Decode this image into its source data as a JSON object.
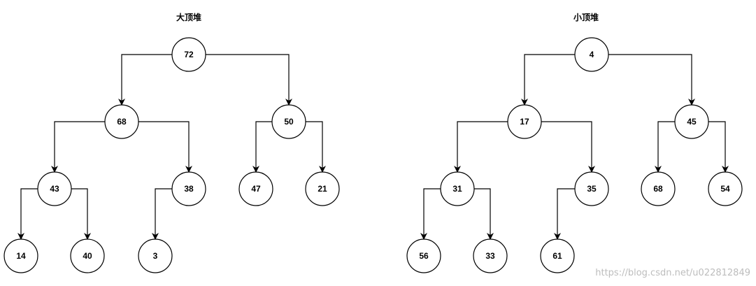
{
  "diagrams": [
    {
      "title": "大顶堆",
      "nodes": [
        {
          "id": "A1",
          "label": "72"
        },
        {
          "id": "A2",
          "label": "68"
        },
        {
          "id": "A3",
          "label": "50"
        },
        {
          "id": "A4",
          "label": "43"
        },
        {
          "id": "A5",
          "label": "38"
        },
        {
          "id": "A6",
          "label": "47"
        },
        {
          "id": "A7",
          "label": "21"
        },
        {
          "id": "A8",
          "label": "14"
        },
        {
          "id": "A9",
          "label": "40"
        },
        {
          "id": "A10",
          "label": "3"
        }
      ],
      "edges": [
        {
          "from": "A1",
          "to": "A2"
        },
        {
          "from": "A1",
          "to": "A3"
        },
        {
          "from": "A2",
          "to": "A4"
        },
        {
          "from": "A2",
          "to": "A5"
        },
        {
          "from": "A3",
          "to": "A6"
        },
        {
          "from": "A3",
          "to": "A7"
        },
        {
          "from": "A4",
          "to": "A8"
        },
        {
          "from": "A4",
          "to": "A9"
        },
        {
          "from": "A5",
          "to": "A10"
        }
      ]
    },
    {
      "title": "小顶堆",
      "nodes": [
        {
          "id": "B1",
          "label": "4"
        },
        {
          "id": "B2",
          "label": "17"
        },
        {
          "id": "B3",
          "label": "45"
        },
        {
          "id": "B4",
          "label": "31"
        },
        {
          "id": "B5",
          "label": "35"
        },
        {
          "id": "B6",
          "label": "68"
        },
        {
          "id": "B7",
          "label": "54"
        },
        {
          "id": "B8",
          "label": "56"
        },
        {
          "id": "B9",
          "label": "33"
        },
        {
          "id": "B10",
          "label": "61"
        }
      ],
      "edges": [
        {
          "from": "B1",
          "to": "B2"
        },
        {
          "from": "B1",
          "to": "B3"
        },
        {
          "from": "B2",
          "to": "B4"
        },
        {
          "from": "B2",
          "to": "B5"
        },
        {
          "from": "B3",
          "to": "B6"
        },
        {
          "from": "B3",
          "to": "B7"
        },
        {
          "from": "B4",
          "to": "B8"
        },
        {
          "from": "B4",
          "to": "B9"
        },
        {
          "from": "B5",
          "to": "B10"
        }
      ]
    }
  ],
  "watermark": "https://blog.csdn.net/u022812849"
}
